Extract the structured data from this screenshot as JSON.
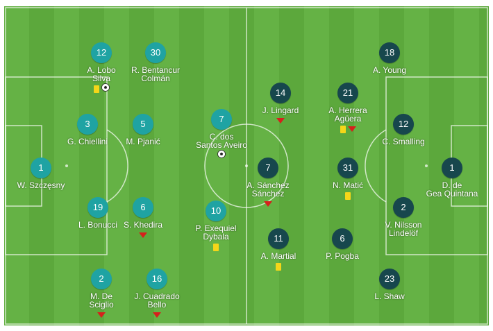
{
  "colors": {
    "home": "#1fa3a3",
    "away": "#17474d",
    "pitch_light": "#65b245",
    "pitch_dark": "#5ca83c",
    "sub_arrow": "#d6201c",
    "yellow_card": "#f5d619"
  },
  "home_team": [
    {
      "number": "1",
      "name": "W. Szczęsny",
      "icons": []
    },
    {
      "number": "3",
      "name": "G. Chiellini",
      "icons": []
    },
    {
      "number": "19",
      "name": "L. Bonucci",
      "icons": []
    },
    {
      "number": "12",
      "name": "A. Lobo\nSilva",
      "icons": [
        "yellow-card",
        "ball"
      ]
    },
    {
      "number": "2",
      "name": "M. De\nSciglio",
      "icons": [
        "sub-off"
      ]
    },
    {
      "number": "30",
      "name": "R. Bentancur\nColmán",
      "icons": []
    },
    {
      "number": "5",
      "name": "M. Pjanić",
      "icons": []
    },
    {
      "number": "6",
      "name": "S. Khedira",
      "icons": [
        "sub-off"
      ]
    },
    {
      "number": "16",
      "name": "J. Cuadrado\nBello",
      "icons": [
        "sub-off"
      ]
    },
    {
      "number": "7",
      "name": "C. dos\nSantos Aveiro",
      "icons": [
        "ball"
      ]
    },
    {
      "number": "10",
      "name": "P. Exequiel\nDybala",
      "icons": [
        "yellow-card"
      ]
    }
  ],
  "away_team": [
    {
      "number": "1",
      "name": "D. de\nGea Quintana",
      "icons": []
    },
    {
      "number": "12",
      "name": "C. Smalling",
      "icons": []
    },
    {
      "number": "2",
      "name": "V. Nilsson\nLindelöf",
      "icons": []
    },
    {
      "number": "18",
      "name": "A. Young",
      "icons": []
    },
    {
      "number": "23",
      "name": "L. Shaw",
      "icons": []
    },
    {
      "number": "21",
      "name": "A. Herrera\nAgüera",
      "icons": [
        "yellow-card",
        "sub-off"
      ]
    },
    {
      "number": "31",
      "name": "N. Matić",
      "icons": [
        "yellow-card"
      ]
    },
    {
      "number": "6",
      "name": "P. Pogba",
      "icons": []
    },
    {
      "number": "14",
      "name": "J. Lingard",
      "icons": [
        "sub-off"
      ]
    },
    {
      "number": "7",
      "name": "A. Sánchez\nSánchez",
      "icons": [
        "sub-off"
      ]
    },
    {
      "number": "11",
      "name": "A. Martial",
      "icons": [
        "yellow-card"
      ]
    }
  ]
}
